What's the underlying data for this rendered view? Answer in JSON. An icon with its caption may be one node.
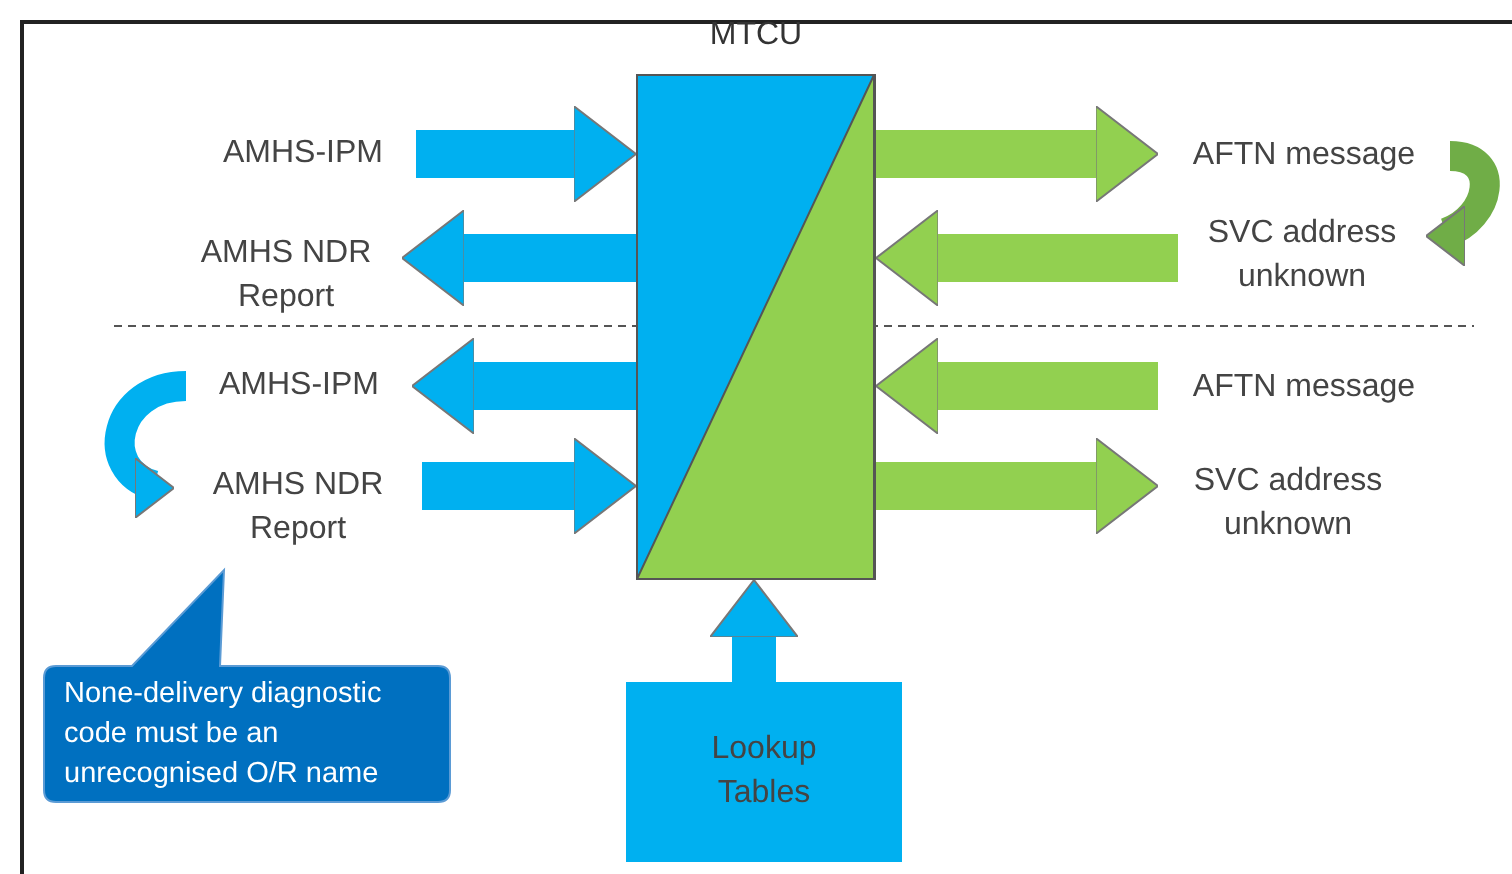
{
  "diagram": {
    "nodes": [
      {
        "text": [
          "MTCU"
        ]
      },
      {
        "text": [
          "AMHS-IPM"
        ]
      },
      {
        "text": [
          "AMHS NDR Report"
        ]
      },
      {
        "text": [
          "AMHS-IPM"
        ]
      },
      {
        "text": [
          "AMHS NDR Report"
        ]
      },
      {
        "text": [
          "AFTN message"
        ]
      },
      {
        "text": [
          "SVC address unknown"
        ]
      },
      {
        "text": [
          "AFTN message"
        ]
      },
      {
        "text": [
          "SVC address unknown"
        ]
      },
      {
        "text": [
          "Lookup Tables"
        ]
      },
      {
        "text": [
          "None-delivery diagnostic code must be an unrecognised O/R name"
        ]
      }
    ],
    "edges": [
      {
        "from": 1,
        "to": 0,
        "arrow": "to"
      },
      {
        "from": 0,
        "to": 2,
        "arrow": "to"
      },
      {
        "from": 0,
        "to": 3,
        "arrow": "to"
      },
      {
        "from": 4,
        "to": 0,
        "arrow": "to"
      },
      {
        "from": 0,
        "to": 5,
        "arrow": "to",
        "color": "#92d050"
      },
      {
        "from": 6,
        "to": 0,
        "arrow": "to",
        "color": "#92d050"
      },
      {
        "from": 7,
        "to": 0,
        "arrow": "to",
        "color": "#92d050"
      },
      {
        "from": 0,
        "to": 8,
        "arrow": "to",
        "color": "#92d050"
      },
      {
        "from": 9,
        "to": 0,
        "arrow": "to"
      },
      {
        "from": 5,
        "to": 6,
        "arrow": "to",
        "color": "#70ad47"
      },
      {
        "from": 3,
        "to": 4,
        "arrow": "to"
      }
    ]
  }
}
